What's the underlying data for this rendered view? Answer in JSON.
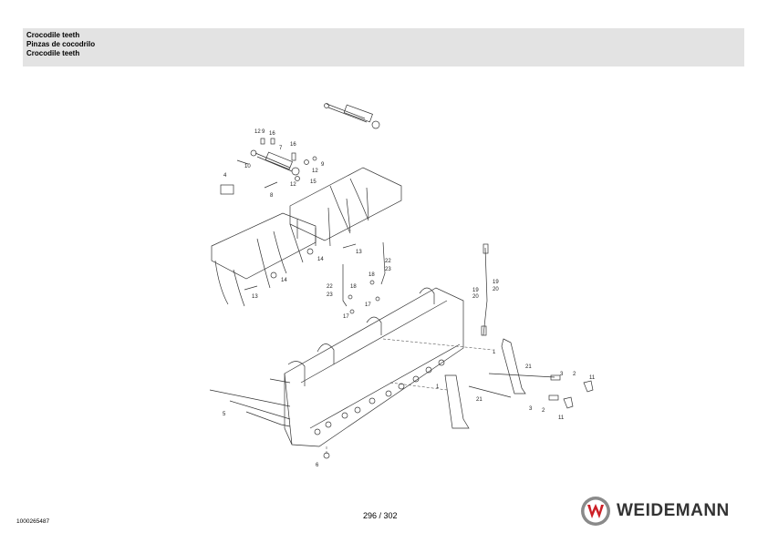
{
  "header": {
    "title_en": "Crocodile teeth",
    "title_es": "Pinzas de cocodrilo",
    "title_en2": "Crocodile teeth"
  },
  "callouts": [
    "1",
    "1",
    "2",
    "2",
    "3",
    "3",
    "4",
    "5",
    "6",
    "7",
    "8",
    "9",
    "9",
    "10",
    "11",
    "11",
    "12",
    "12",
    "12",
    "13",
    "13",
    "14",
    "14",
    "15",
    "16",
    "16",
    "17",
    "17",
    "18",
    "18",
    "19",
    "20",
    "19",
    "20",
    "21",
    "21",
    "22",
    "23",
    "22",
    "23"
  ],
  "footer": {
    "document_id": "1000265487",
    "page": "296 / 302"
  },
  "brand": {
    "name": "WEIDEMANN",
    "color": "#cc1f26"
  }
}
